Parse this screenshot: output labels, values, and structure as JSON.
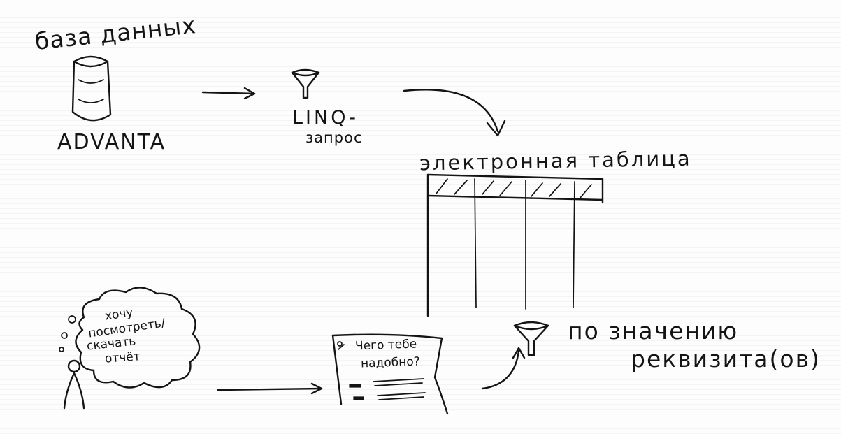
{
  "database": {
    "title": "база данных",
    "name": "ADVANTA"
  },
  "query": {
    "line1": "LINQ-",
    "line2": "запрос"
  },
  "spreadsheet": {
    "title": "электронная таблица"
  },
  "user_thought": {
    "lines": [
      "хочу",
      "посмотреть/",
      "скачать",
      "отчёт"
    ]
  },
  "form": {
    "line1": "Чего тебе",
    "line2": "надобно?"
  },
  "filter": {
    "line1": "по значению",
    "line2": "реквизита(ов)"
  }
}
